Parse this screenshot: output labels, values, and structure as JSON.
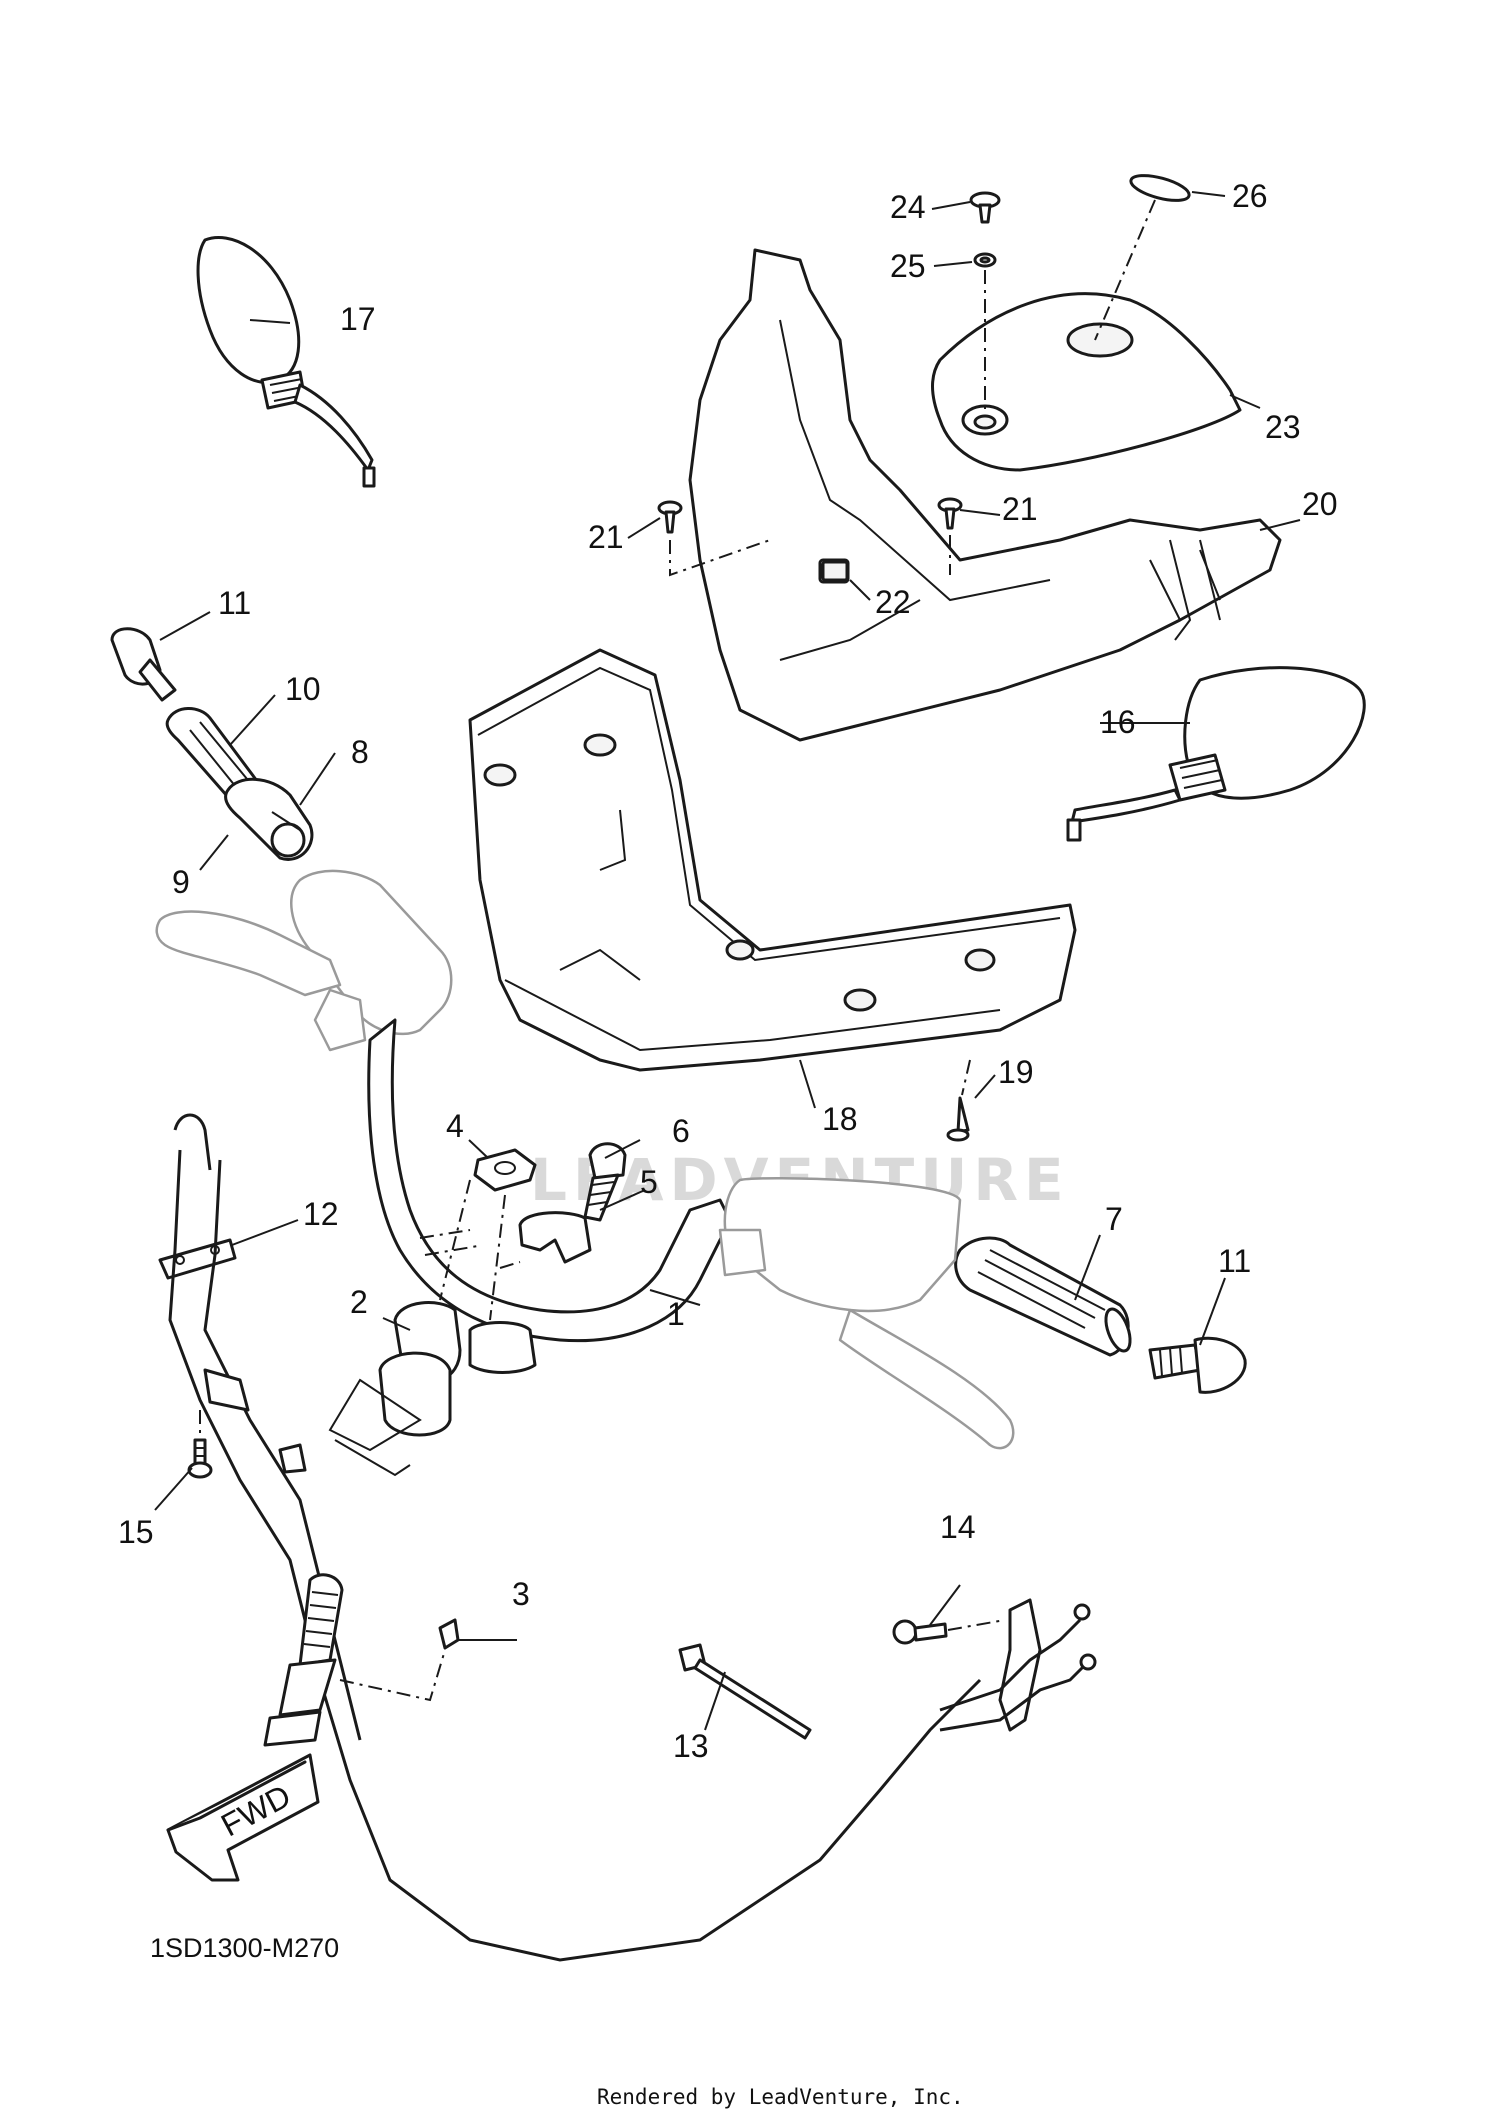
{
  "diagram": {
    "reference_code": "1SD1300-M270",
    "credit": "Rendered by LeadVenture, Inc.",
    "watermark": "LEADVENTURE",
    "direction_tag": "FWD",
    "callouts": [
      "1",
      "2",
      "3",
      "4",
      "5",
      "6",
      "7",
      "8",
      "9",
      "10",
      "11",
      "11",
      "12",
      "13",
      "14",
      "15",
      "16",
      "17",
      "18",
      "19",
      "20",
      "21",
      "21",
      "22",
      "23",
      "24",
      "25",
      "26"
    ]
  }
}
